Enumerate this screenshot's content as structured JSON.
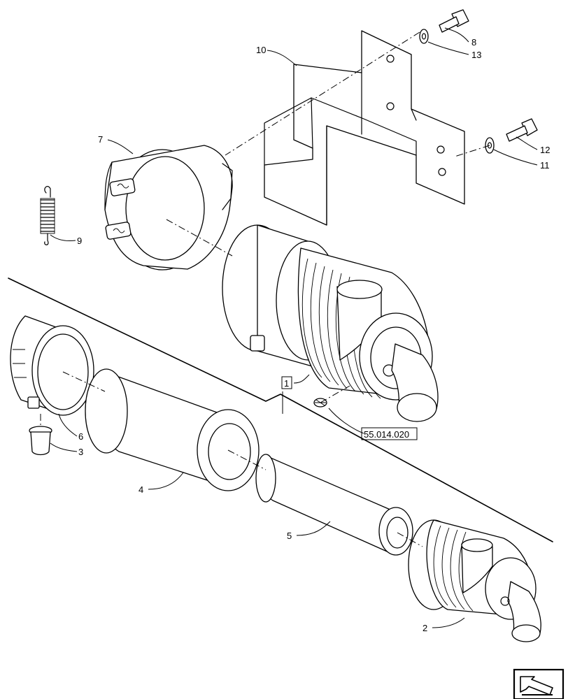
{
  "callouts": {
    "c1": "1",
    "c2": "2",
    "c3": "3",
    "c4": "4",
    "c5": "5",
    "c6": "6",
    "c7": "7",
    "c8": "8",
    "c9": "9",
    "c10": "10",
    "c11": "11",
    "c12": "12",
    "c13": "13"
  },
  "reference_box": "55.014.020",
  "nav_icon": "arrow-back-icon"
}
